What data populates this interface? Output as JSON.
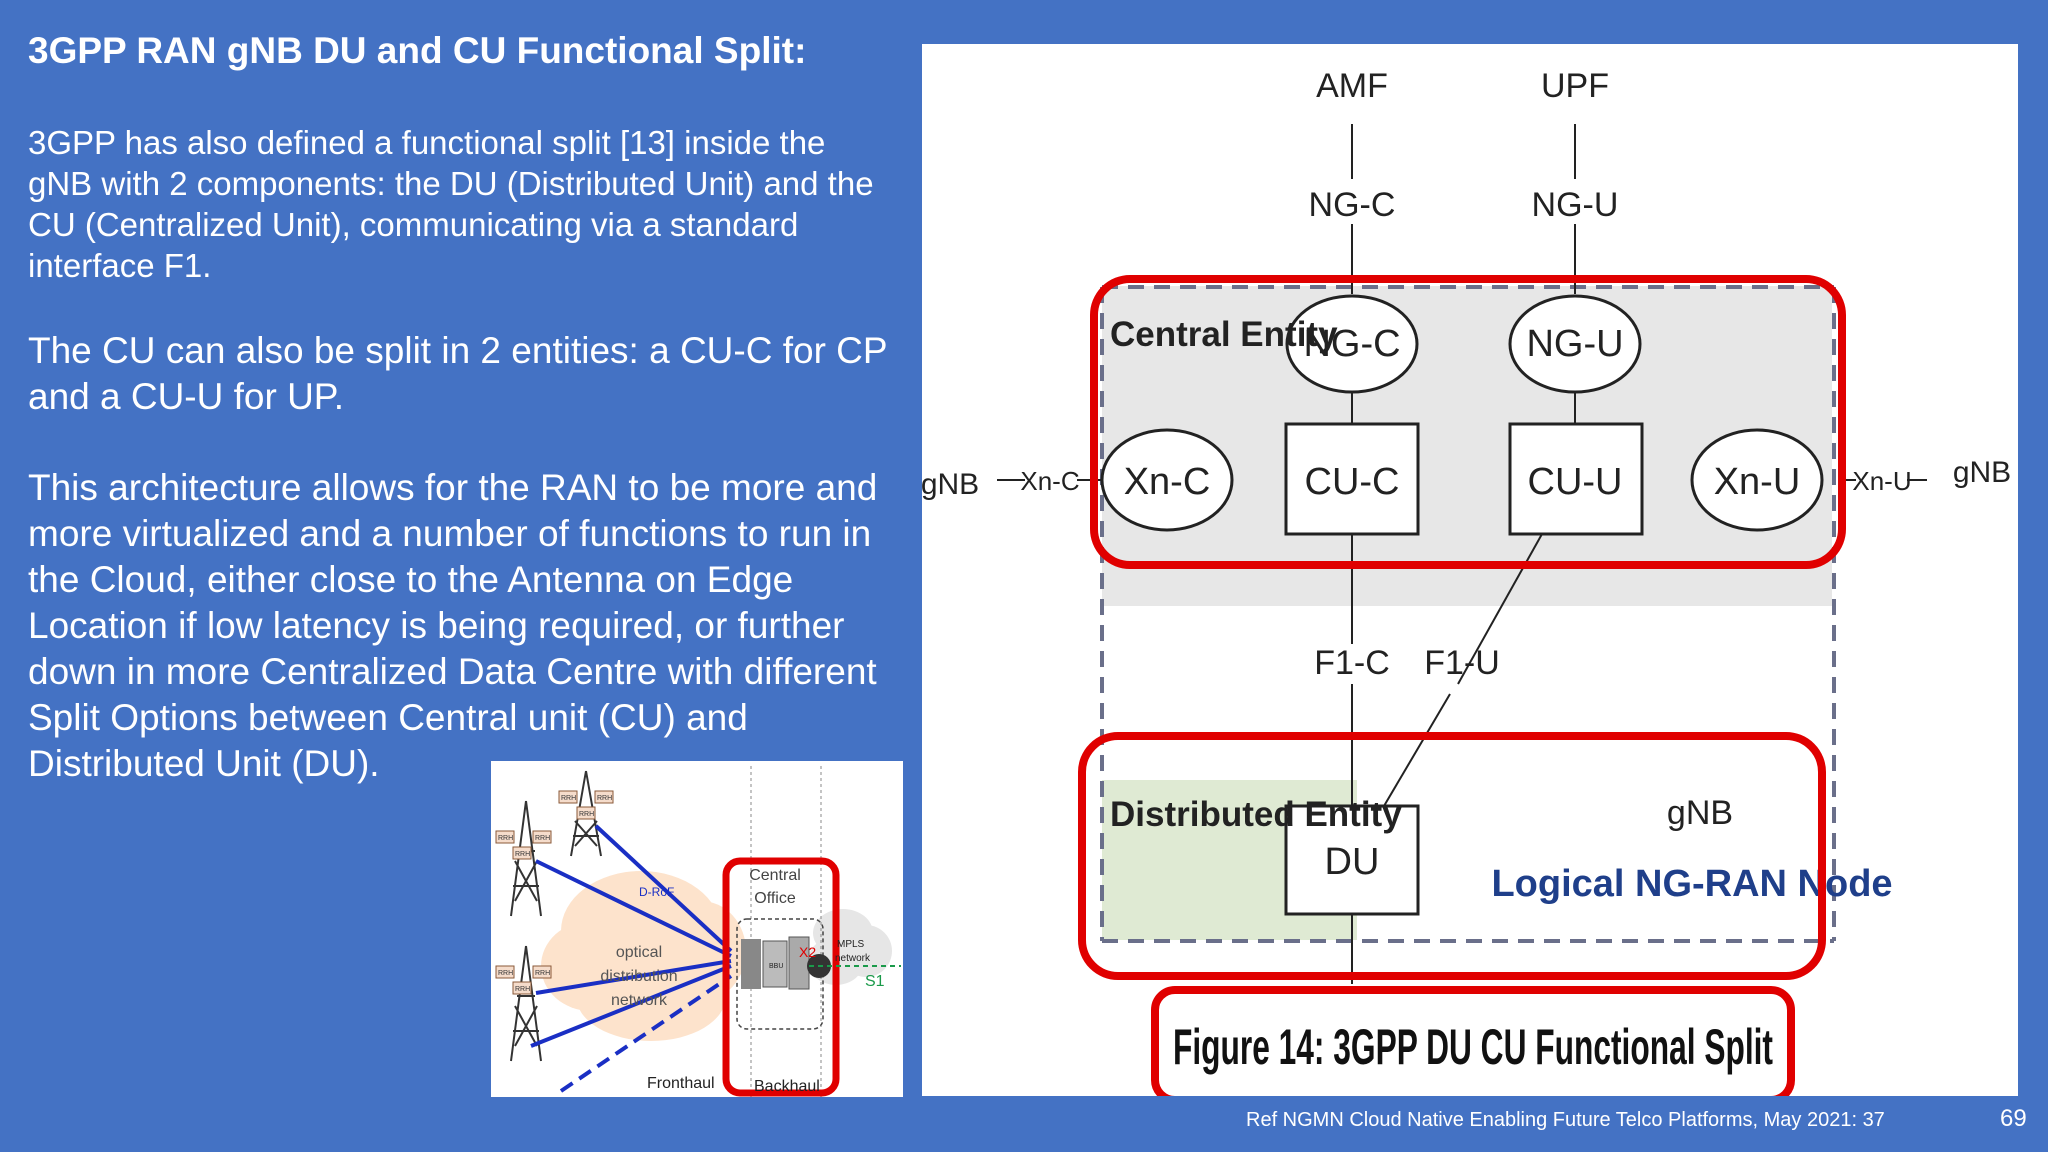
{
  "slide": {
    "title": "3GPP RAN gNB DU and CU Functional Split:",
    "paragraphs": [
      "3GPP has also defined a functional split [13] inside the gNB with 2 components: the DU (Distributed Unit) and the CU (Centralized Unit), communicating via a standard interface F1.",
      "The CU can also be split in 2 entities: a CU-C for CP and a CU-U for UP.",
      "This architecture allows for the RAN to be more and more virtualized and a number of functions to run in the Cloud, either close to the Antenna on Edge Location if low latency is being required, or further down in more Centralized Data Centre with different Split Options between Central unit (CU) and Distributed Unit (DU)."
    ],
    "reference": "Ref NGMN Cloud Native Enabling Future Telco Platforms, May 2021: 37",
    "page_number": "69"
  },
  "figure": {
    "amf": "AMF",
    "upf": "UPF",
    "ngc_label": "NG-C",
    "ngu_label": "NG-U",
    "central_entity": "Central Entity",
    "ngc_node": "NG-C",
    "ngu_node": "NG-U",
    "xnc_node": "Xn-C",
    "cuc": "CU-C",
    "cuu": "CU-U",
    "xnu_node": "Xn-U",
    "gnb_left": "gNB",
    "xnc_label": "Xn-C",
    "xnu_label": "Xn-U",
    "gnb_right": "gNB",
    "f1c": "F1-C",
    "f1u": "F1-U",
    "distributed_entity": "Distributed Entity",
    "du": "DU",
    "gnb_inner": "gNB",
    "logical_node": "Logical NG-RAN Node",
    "caption": "Figure 14: 3GPP DU CU Functional Split",
    "colors": {
      "highlight": "#e00000",
      "dash": "#6a6f8a",
      "central_fill": "#e7e7e7",
      "distributed_fill": "#dfead3",
      "logical_text": "#1f3f8a"
    }
  },
  "inset": {
    "rrh": "RRH",
    "droft": "D-RoF",
    "optical_1": "optical",
    "optical_2": "distribution",
    "optical_3": "network",
    "central_1": "Central",
    "central_2": "Office",
    "mpls_1": "MPLS",
    "mpls_2": "network",
    "x2": "X2",
    "s1": "S1",
    "bbu": "BBU",
    "fronthaul": "Fronthaul",
    "backhaul": "Backhaul",
    "colors": {
      "link": "#1a2fc4",
      "cloud": "#fde3cc",
      "highlight": "#e00000",
      "s1": "#1a9a4a"
    }
  }
}
